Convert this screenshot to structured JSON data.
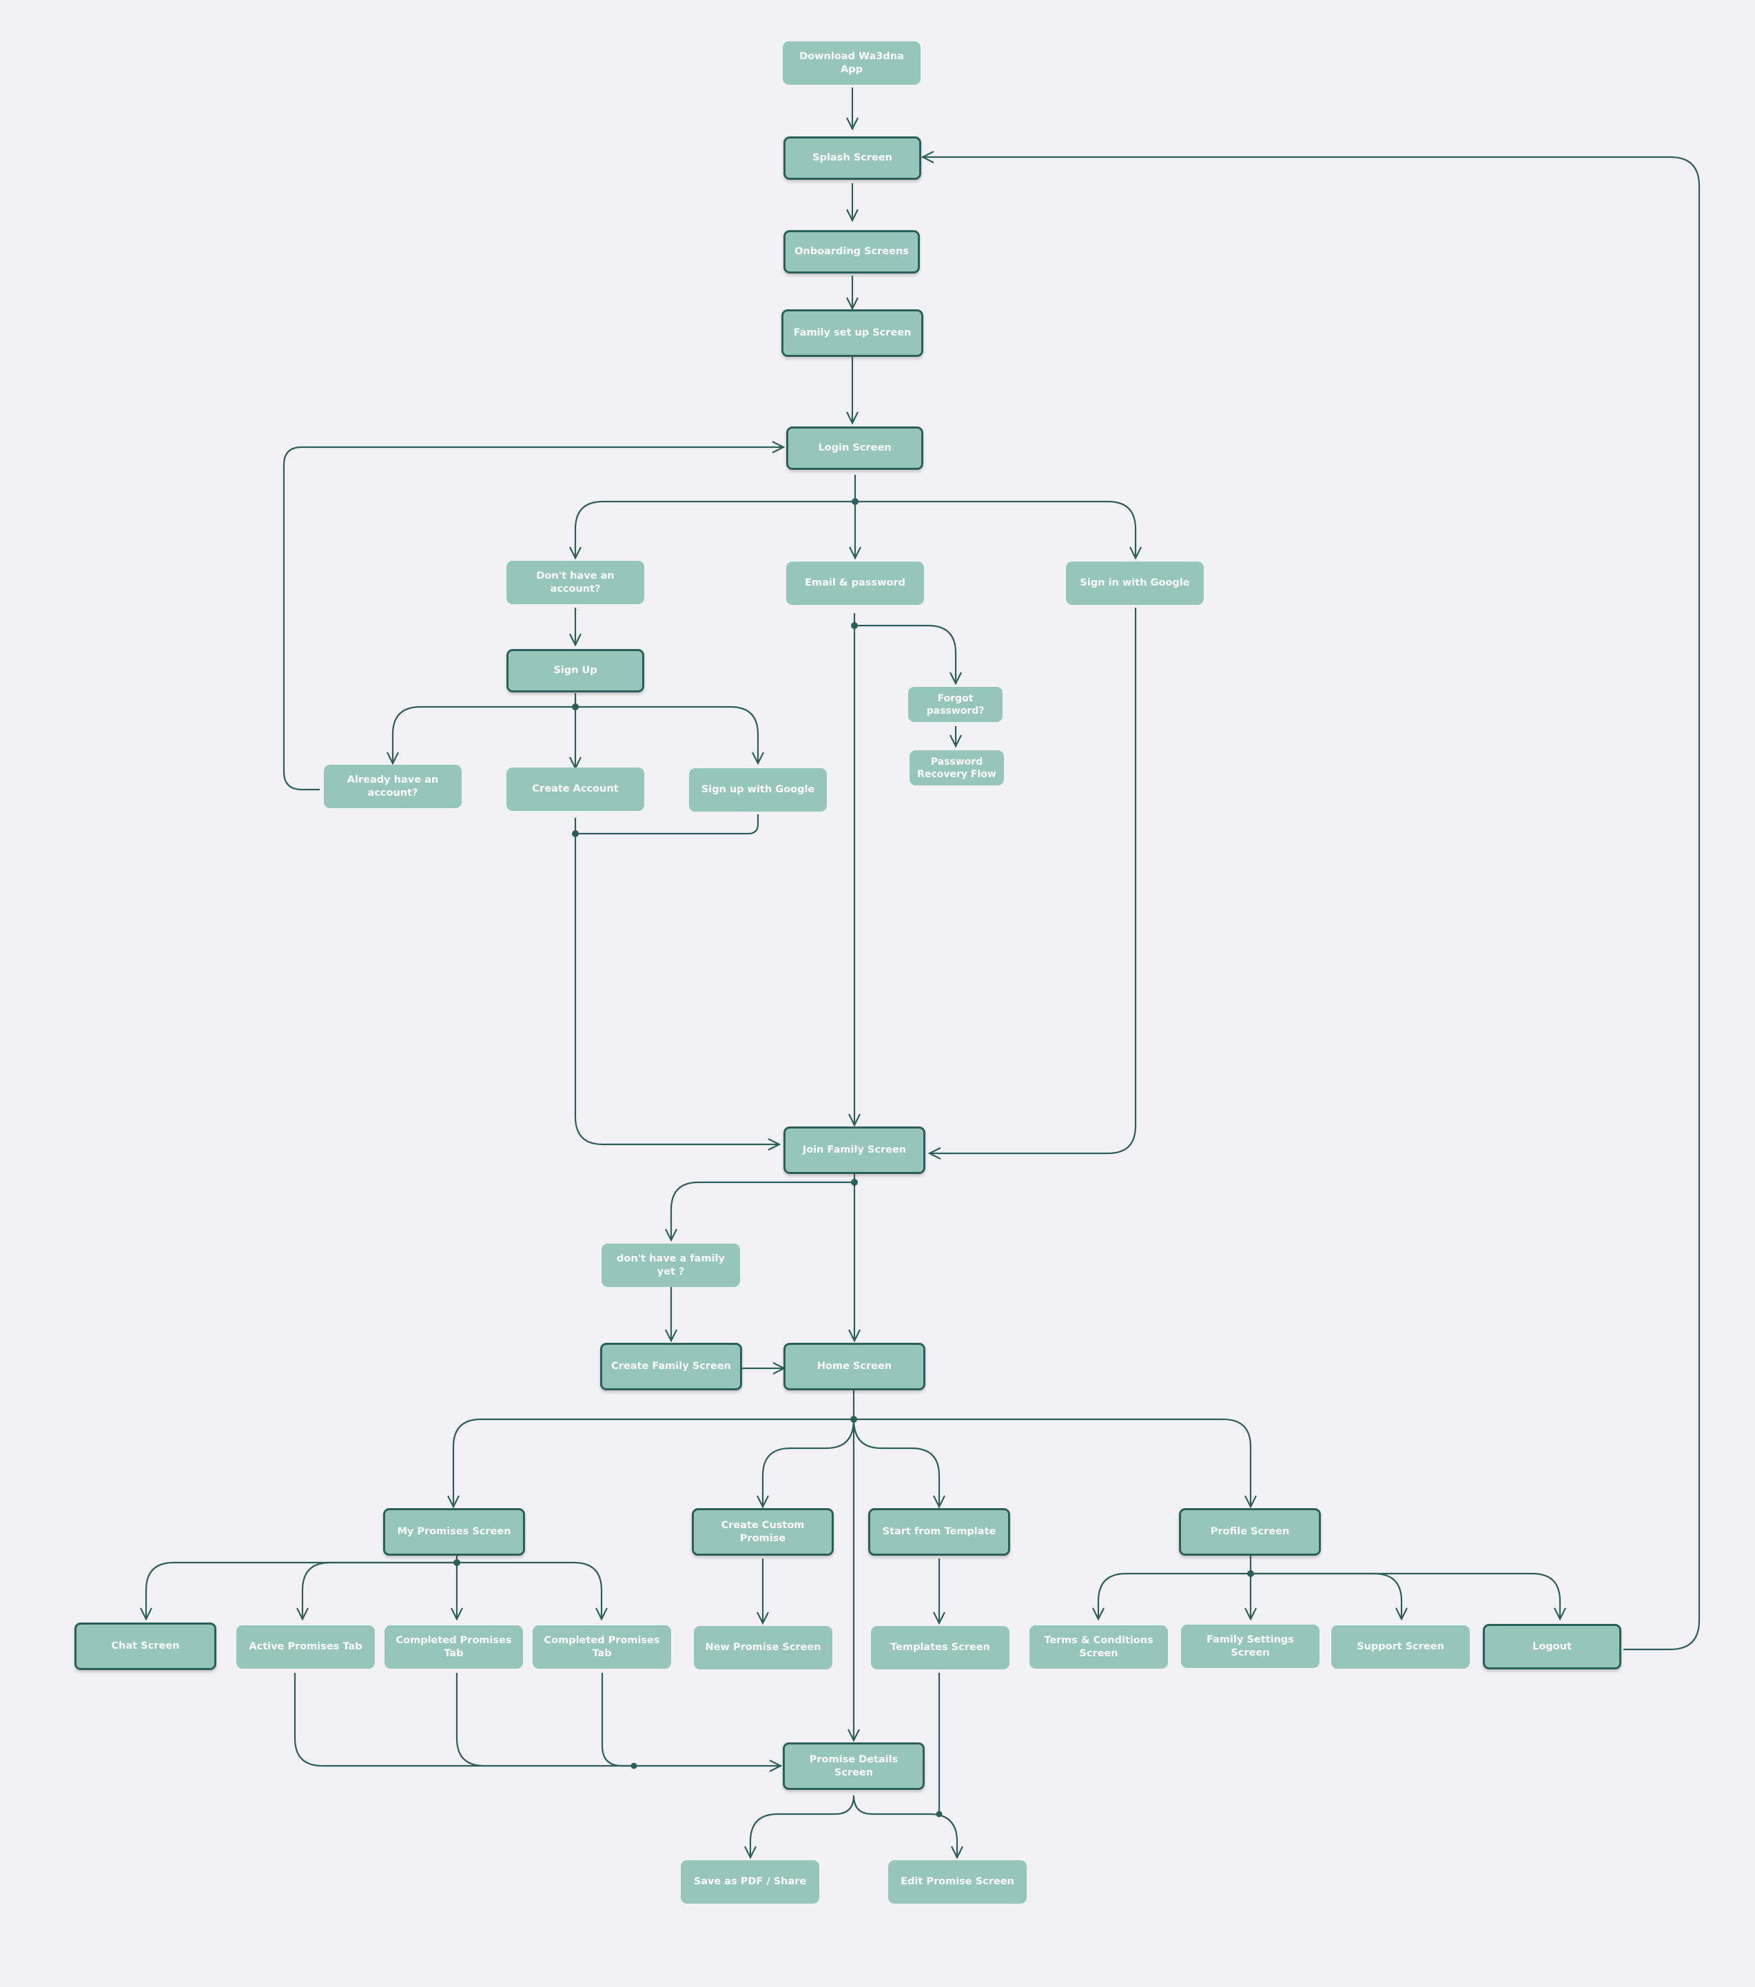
{
  "colors": {
    "background": "#f2f2f6",
    "node_fill": "#95c5bb",
    "node_border": "#2c5f5a",
    "edge": "#2c5f5a",
    "node_text": "#ffffff"
  },
  "nodes": {
    "download": "Download Wa3dna App",
    "splash": "Splash Screen",
    "onboarding": "Onboarding Screens",
    "family_setup": "Family set up Screen",
    "login": "Login Screen",
    "no_account": "Don't have an account?",
    "email_password": "Email & password",
    "sign_in_google": "Sign in with Google",
    "sign_up": "Sign Up",
    "forgot_password": "Forgot password?",
    "password_recovery": "Password Recovery Flow",
    "already_have_account": "Already have an account?",
    "create_account": "Create Account",
    "sign_up_google": "Sign up with Google",
    "join_family": "Join Family Screen",
    "no_family": "don't have a family yet ?",
    "create_family": "Create Family Screen",
    "home": "Home Screen",
    "my_promises": "My Promises Screen",
    "create_custom": "Create Custom Promise",
    "start_template": "Start from Template",
    "profile": "Profile Screen",
    "chat": "Chat Screen",
    "active_tab": "Active Promises Tab",
    "completed_tab_1": "Completed Promises Tab",
    "completed_tab_2": "Completed Promises Tab",
    "new_promise": "New Promise Screen",
    "templates": "Templates Screen",
    "terms": "Terms & Conditions Screen",
    "family_settings": "Family Settings Screen",
    "support": "Support Screen",
    "logout": "Logout",
    "promise_details": "Promise Details Screen",
    "save_pdf": "Save as PDF / Share",
    "edit_promise": "Edit Promise Screen"
  }
}
